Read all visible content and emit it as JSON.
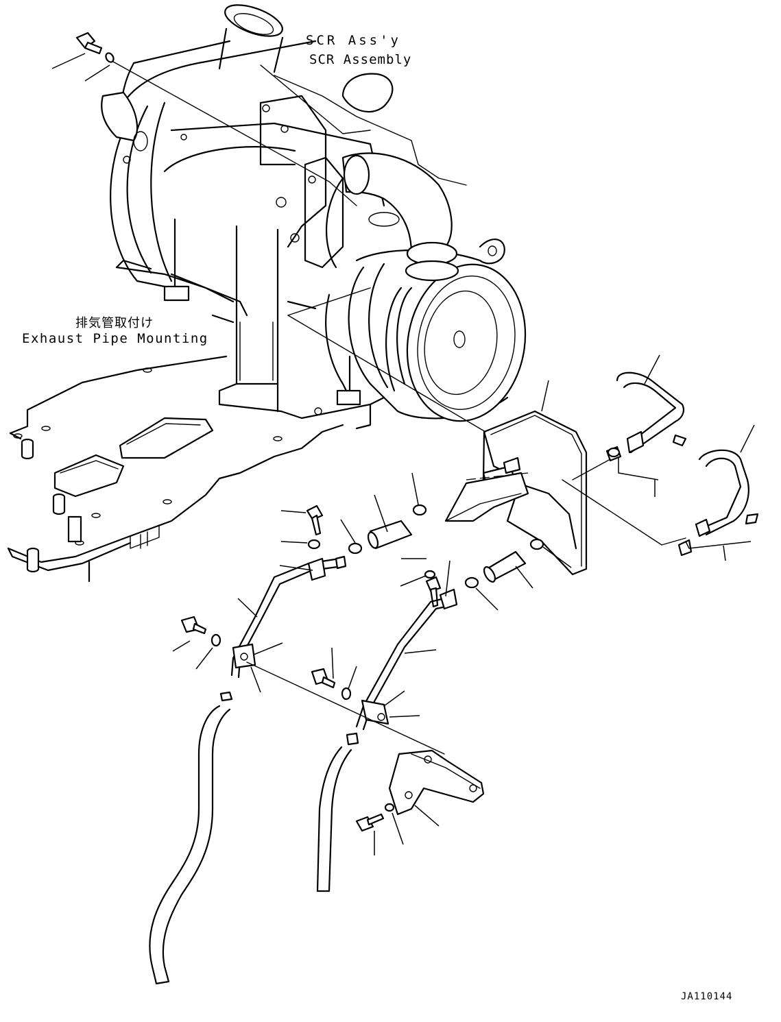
{
  "labels": {
    "scr_assy_jp": "SCR Ass'y",
    "scr_assy_en": "SCR Assembly",
    "exhaust_mount_jp": "排気管取付け",
    "exhaust_mount_en": "Exhaust Pipe Mounting",
    "drawing_code": "JA110144"
  }
}
